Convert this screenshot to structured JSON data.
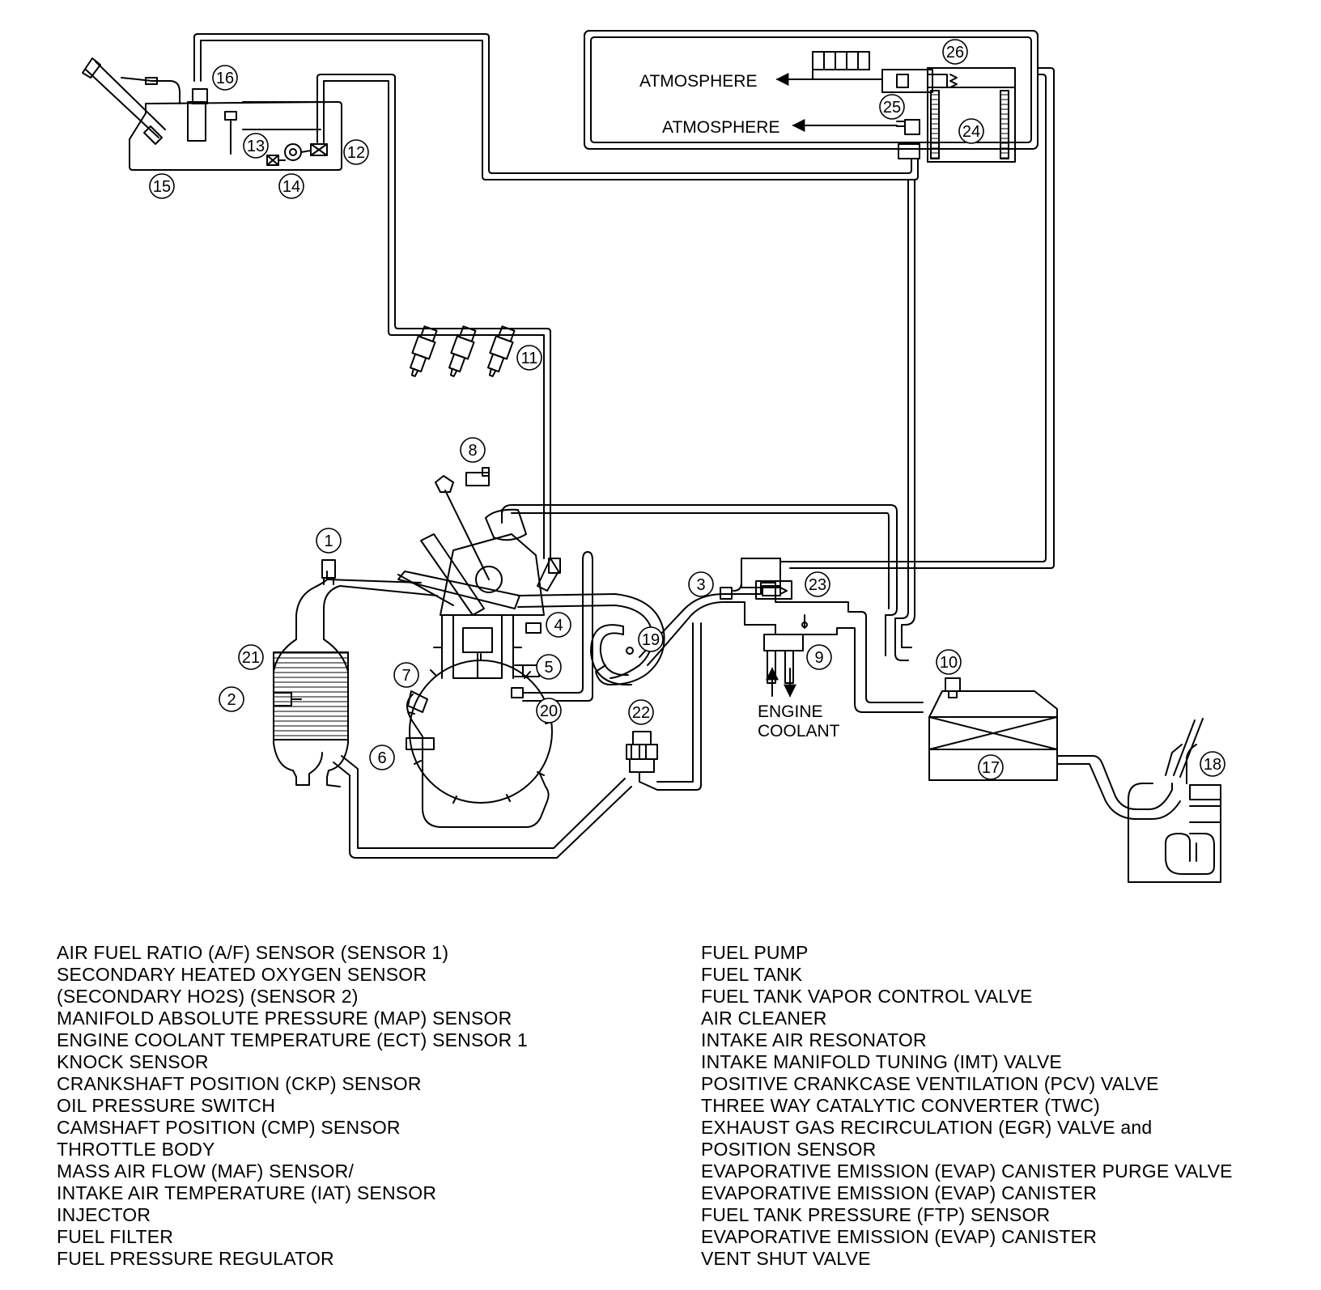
{
  "diagram": {
    "labels": {
      "atmosphere_1": "ATMOSPHERE",
      "atmosphere_2": "ATMOSPHERE",
      "engine": "ENGINE",
      "coolant": "COOLANT"
    },
    "callouts": [
      "1",
      "2",
      "3",
      "4",
      "5",
      "6",
      "7",
      "8",
      "9",
      "10",
      "11",
      "12",
      "13",
      "14",
      "15",
      "16",
      "17",
      "18",
      "19",
      "20",
      "21",
      "22",
      "23",
      "24",
      "25",
      "26"
    ]
  },
  "legend": {
    "left": [
      "AIR FUEL RATIO (A/F) SENSOR (SENSOR 1)",
      "SECONDARY HEATED OXYGEN SENSOR",
      "(SECONDARY HO2S) (SENSOR 2)",
      "MANIFOLD ABSOLUTE PRESSURE (MAP) SENSOR",
      "ENGINE COOLANT TEMPERATURE (ECT) SENSOR 1",
      "KNOCK SENSOR",
      "CRANKSHAFT POSITION (CKP) SENSOR",
      "OIL PRESSURE SWITCH",
      "CAMSHAFT POSITION (CMP) SENSOR",
      "THROTTLE BODY",
      "MASS AIR FLOW (MAF) SENSOR/",
      "INTAKE AIR TEMPERATURE (IAT) SENSOR",
      "INJECTOR",
      "FUEL FILTER",
      "FUEL PRESSURE REGULATOR"
    ],
    "right": [
      "FUEL PUMP",
      "FUEL TANK",
      "FUEL TANK VAPOR CONTROL VALVE",
      "AIR CLEANER",
      "INTAKE AIR RESONATOR",
      "INTAKE MANIFOLD TUNING (IMT) VALVE",
      "POSITIVE CRANKCASE VENTILATION (PCV) VALVE",
      "THREE WAY CATALYTIC CONVERTER (TWC)",
      "EXHAUST GAS RECIRCULATION (EGR) VALVE and",
      "POSITION SENSOR",
      "EVAPORATIVE EMISSION (EVAP) CANISTER PURGE VALVE",
      "EVAPORATIVE EMISSION (EVAP) CANISTER",
      "FUEL TANK PRESSURE (FTP) SENSOR",
      "EVAPORATIVE EMISSION (EVAP) CANISTER",
      "VENT SHUT VALVE"
    ]
  }
}
